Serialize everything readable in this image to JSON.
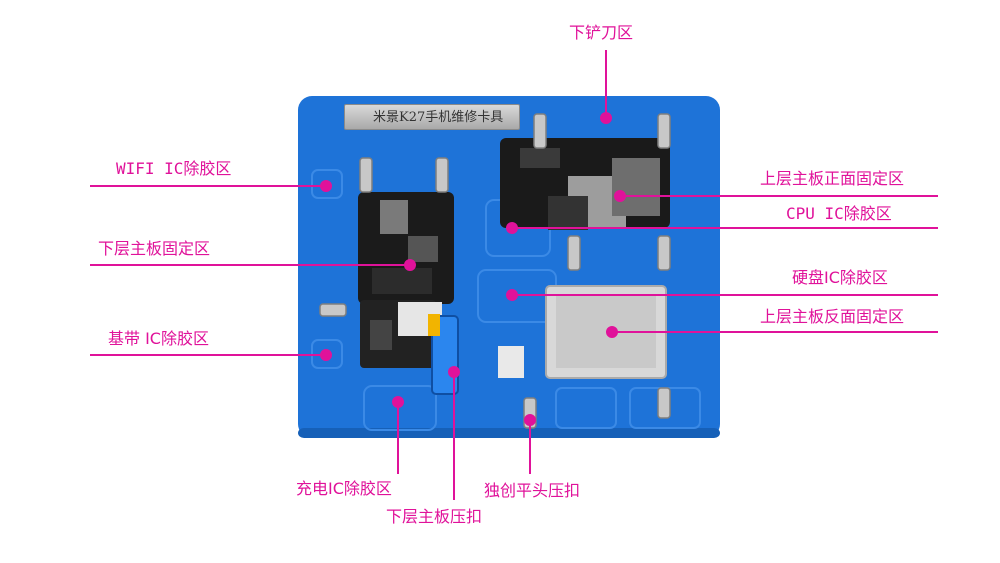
{
  "plate": {
    "brand_label": "米景K27手机维修卡具",
    "color": "#1e73d8"
  },
  "callouts": {
    "lower_shovel": "下铲刀区",
    "wifi_ic": "WIFI IC除胶区",
    "upper_board_front": "上层主板正面固定区",
    "cpu_ic": "CPU IC除胶区",
    "lower_board_fixing": "下层主板固定区",
    "storage_ic": "硬盘IC除胶区",
    "upper_board_back": "上层主板反面固定区",
    "baseband_ic": "基带 IC除胶区",
    "charging_ic": "充电IC除胶区",
    "flat_clamp": "独创平头压扣",
    "lower_board_clamp": "下层主板压扣"
  },
  "colors": {
    "callout": "#e0129a",
    "plate": "#1e73d8",
    "plate_shadow": "#1660b8"
  }
}
